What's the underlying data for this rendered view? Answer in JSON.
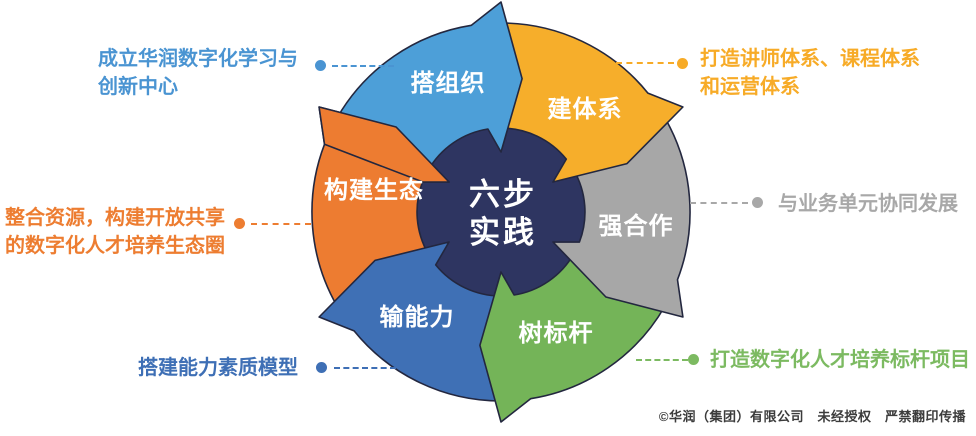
{
  "wheel": {
    "center": {
      "line1": "六步",
      "line2": "实践",
      "bg_color": "#2E3561",
      "text_color": "#FFFFFF"
    },
    "segments": [
      {
        "label": "搭组织",
        "color": "#4D9FD8"
      },
      {
        "label": "建体系",
        "color": "#F6AE2B"
      },
      {
        "label": "强合作",
        "color": "#A7A7A7"
      },
      {
        "label": "树标杆",
        "color": "#74B458"
      },
      {
        "label": "输能力",
        "color": "#3F70B5"
      },
      {
        "label": "构建生态",
        "color": "#ED7C31"
      }
    ]
  },
  "annotations": {
    "top_left": {
      "line1": "成立华润数字化学习与",
      "line2": "创新中心",
      "color": "#4A94D2"
    },
    "top_right": {
      "line1": "打造讲师体系、课程体系",
      "line2": "和运营体系",
      "color": "#F7AB27"
    },
    "right": {
      "line1": "与业务单元协同发展",
      "color": "#A8A8A8"
    },
    "bottom_right": {
      "line1": "打造数字化人才培养标杆项目",
      "color": "#7CBA61"
    },
    "bottom_left": {
      "line1": "搭建能力素质模型",
      "color": "#3E6FB5"
    },
    "left": {
      "line1": "整合资源，构建开放共享",
      "line2": "的数字化人才培养生态圈",
      "color": "#ED7D31"
    }
  },
  "footer": {
    "copyright": "©华润（集团）有限公司　未经授权　严禁翻印传播"
  }
}
